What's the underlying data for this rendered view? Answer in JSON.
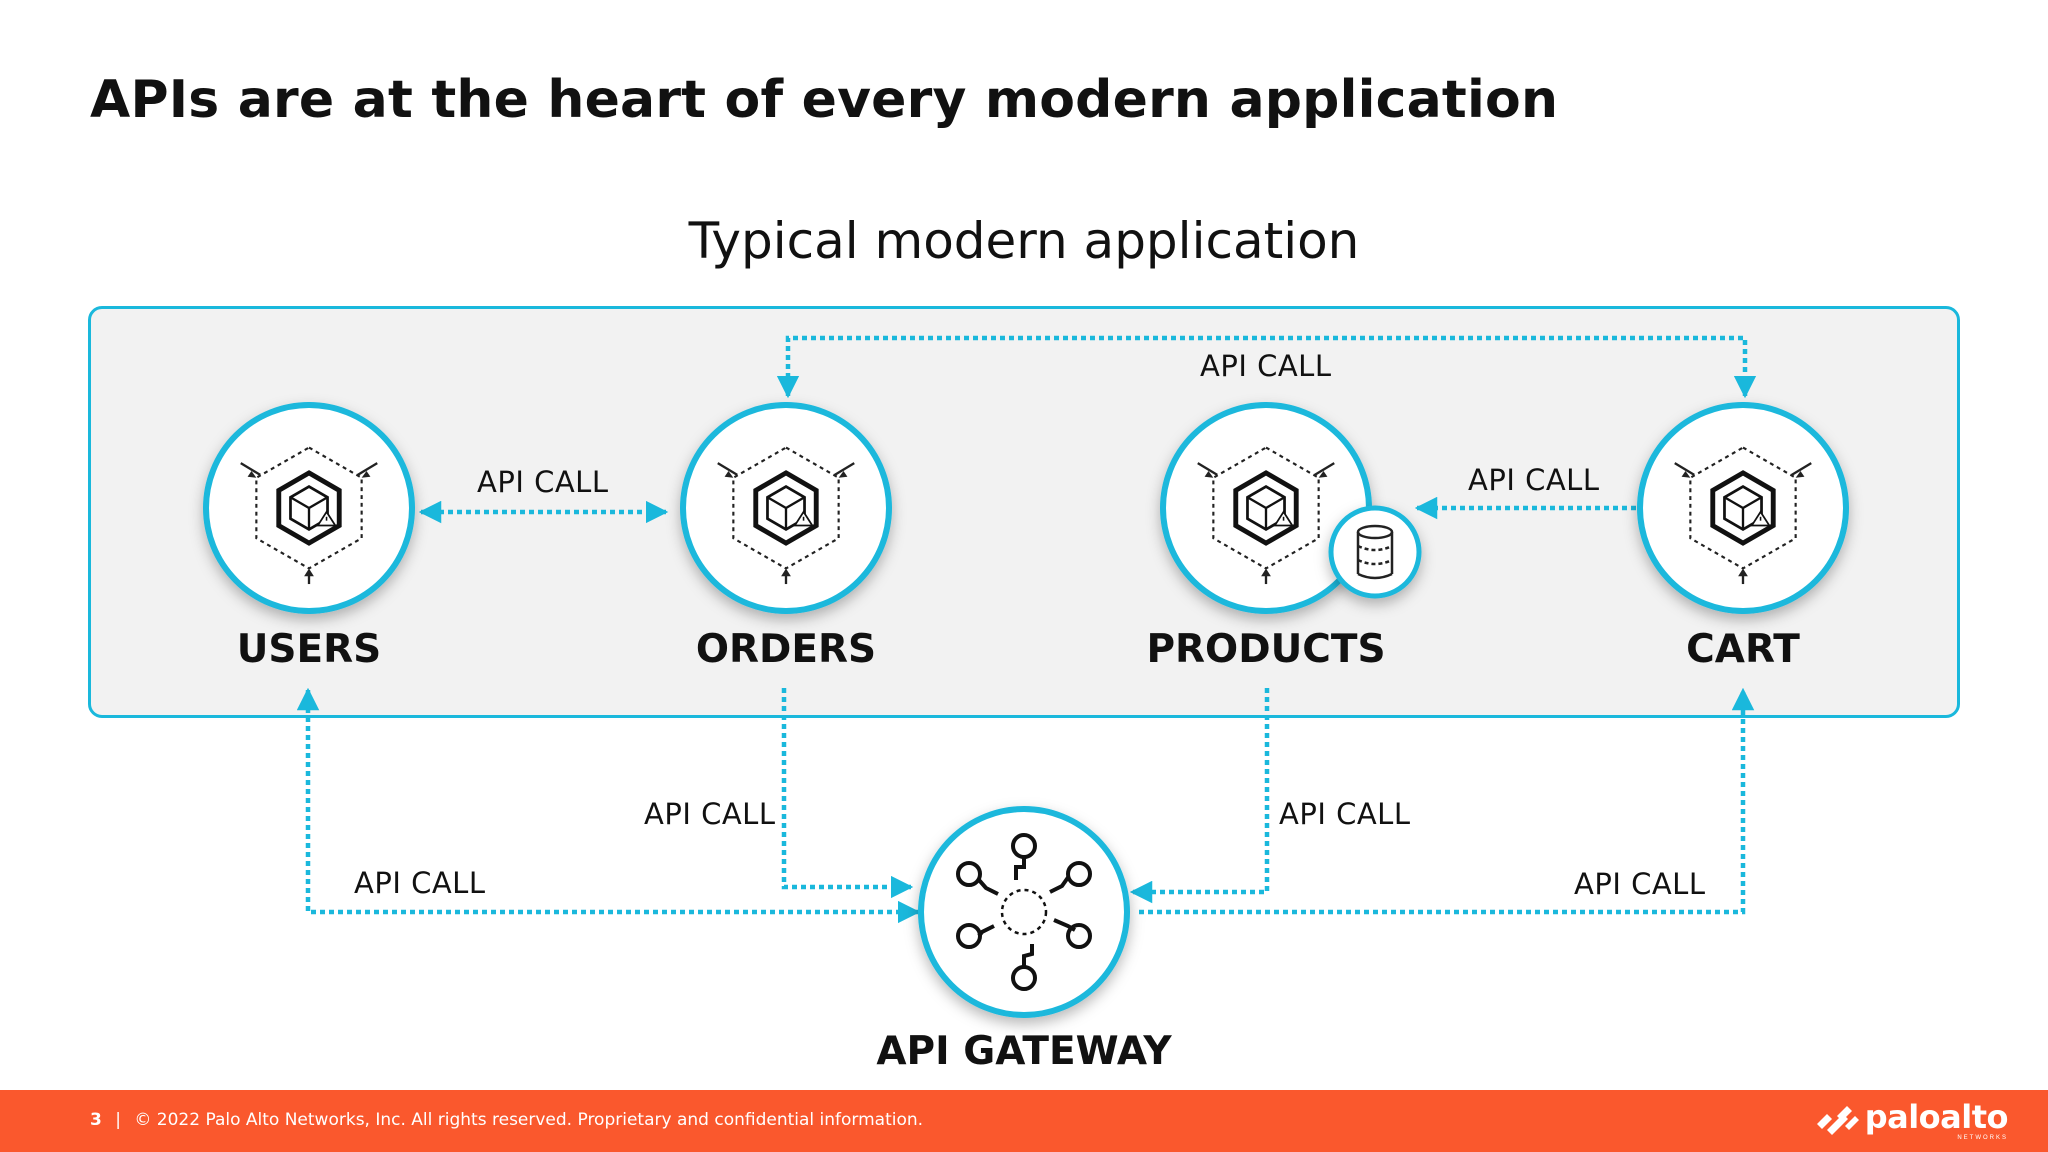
{
  "title": "APIs are at the heart of every modern application",
  "subtitle": "Typical modern application",
  "nodes": {
    "users": "USERS",
    "orders": "ORDERS",
    "products": "PRODUCTS",
    "cart": "CART",
    "gateway": "API GATEWAY"
  },
  "connections": {
    "users_orders": "API CALL",
    "orders_cart_top": "API CALL",
    "cart_products": "API CALL",
    "orders_gateway": "API CALL",
    "users_gateway": "API CALL",
    "products_gateway": "API CALL",
    "cart_gateway": "API CALL"
  },
  "footer": {
    "page_number": "3",
    "separator": "|",
    "copyright": "© 2022 Palo Alto Networks, Inc. All rights reserved. Proprietary and confidential information.",
    "logo_text": "paloalto",
    "logo_subtext": "NETWORKS"
  },
  "colors": {
    "accent": "#1ab8dc",
    "footer_bg": "#fa582d",
    "box_bg": "#f2f2f2"
  }
}
